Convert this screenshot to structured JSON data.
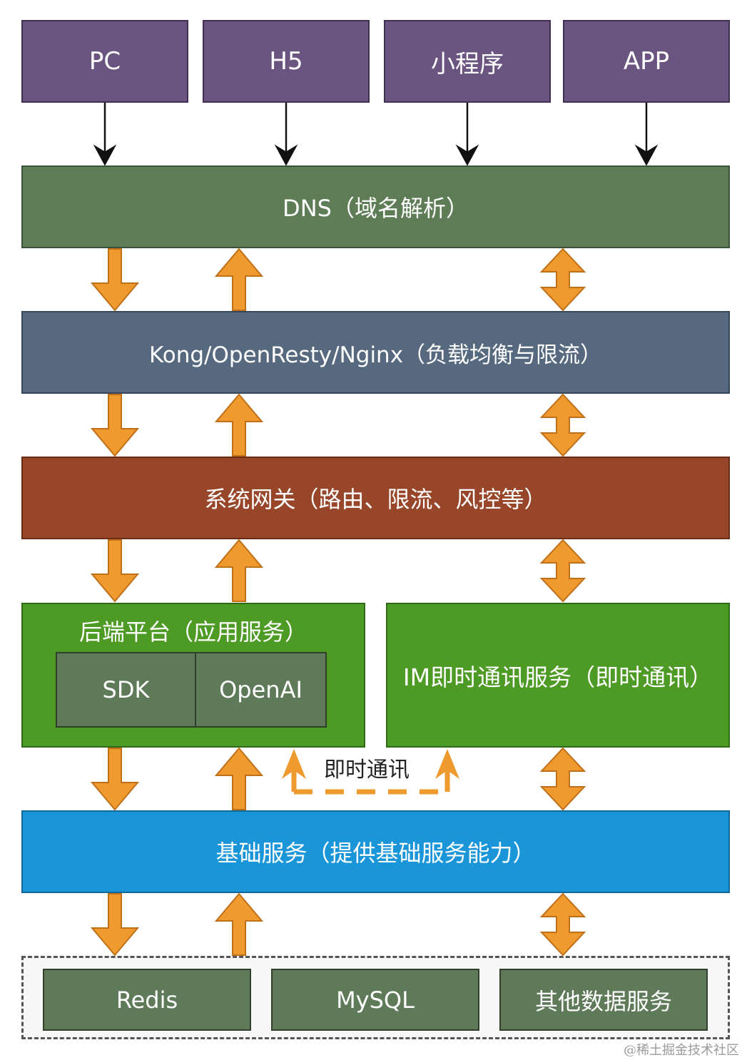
{
  "clients": [
    "PC",
    "H5",
    "小程序",
    "APP"
  ],
  "layers": {
    "dns": "DNS（域名解析）",
    "kong": "Kong/OpenResty/Nginx（负载均衡与限流）",
    "gateway": "系统网关（路由、限流、风控等）",
    "backend": {
      "title": "后端平台（应用服务）",
      "components": [
        "SDK",
        "OpenAI"
      ]
    },
    "im": "IM即时通讯服务（即时通讯）",
    "im_link_label": "即时通讯",
    "base": "基础服务（提供基础服务能力）",
    "storage": [
      "Redis",
      "MySQL",
      "其他数据服务"
    ]
  },
  "watermark": "@稀土掘金技术社区",
  "colors": {
    "client": "#6a5480",
    "dns": "#5e7c55",
    "kong": "#56697e",
    "gateway": "#98462a",
    "backend": "#4d9a25",
    "base": "#1a95d8",
    "storage": "#5f7a58",
    "arrow": "#ee9a2f"
  }
}
